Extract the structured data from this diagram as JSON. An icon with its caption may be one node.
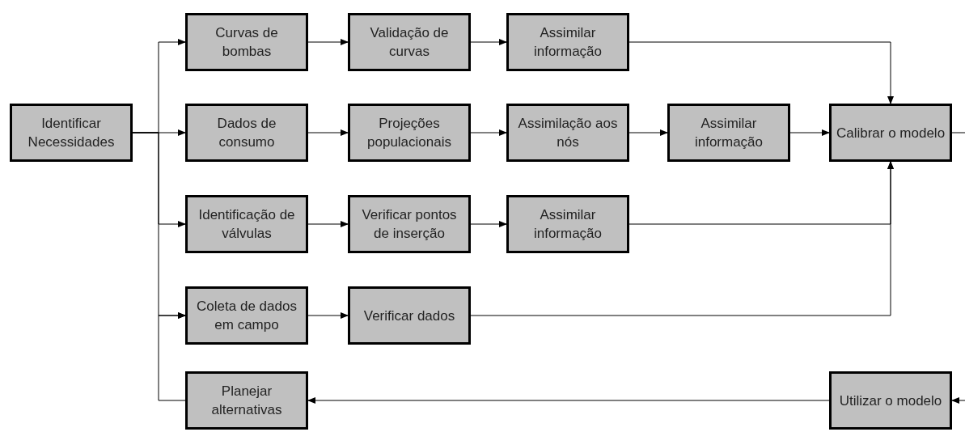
{
  "diagram": {
    "nodes": [
      {
        "text": [
          "Identificar Necessidades"
        ]
      },
      {
        "text": [
          "Curvas de bombas"
        ]
      },
      {
        "text": [
          "Validação de curvas"
        ]
      },
      {
        "text": [
          "Assimilar informação"
        ]
      },
      {
        "text": [
          "Dados de consumo"
        ]
      },
      {
        "text": [
          "Projeções populacionais"
        ]
      },
      {
        "text": [
          "Assimilação aos nós"
        ]
      },
      {
        "text": [
          "Assimilar informação"
        ]
      },
      {
        "text": [
          "Calibrar o modelo"
        ]
      },
      {
        "text": [
          "Identificação de válvulas"
        ]
      },
      {
        "text": [
          "Verificar pontos de inserção"
        ]
      },
      {
        "text": [
          "Assimilar informação"
        ]
      },
      {
        "text": [
          "Coleta de dados em campo"
        ]
      },
      {
        "text": [
          "Verificar dados"
        ]
      },
      {
        "text": [
          "Planejar alternativas"
        ]
      },
      {
        "text": [
          "Utilizar o modelo"
        ]
      }
    ],
    "edges": [
      {
        "from": 0,
        "to": 1,
        "arrow": "to"
      },
      {
        "from": 0,
        "to": 4,
        "arrow": "to"
      },
      {
        "from": 0,
        "to": 9,
        "arrow": "to"
      },
      {
        "from": 0,
        "to": 12,
        "arrow": "to"
      },
      {
        "from": 1,
        "to": 2,
        "arrow": "to"
      },
      {
        "from": 2,
        "to": 3,
        "arrow": "to"
      },
      {
        "from": 3,
        "to": 8,
        "arrow": "to"
      },
      {
        "from": 4,
        "to": 5,
        "arrow": "to"
      },
      {
        "from": 5,
        "to": 6,
        "arrow": "to"
      },
      {
        "from": 6,
        "to": 7,
        "arrow": "to"
      },
      {
        "from": 7,
        "to": 8,
        "arrow": "to"
      },
      {
        "from": 9,
        "to": 10,
        "arrow": "to"
      },
      {
        "from": 10,
        "to": 11,
        "arrow": "to"
      },
      {
        "from": 11,
        "to": 8,
        "arrow": "to"
      },
      {
        "from": 12,
        "to": 13,
        "arrow": "to"
      },
      {
        "from": 13,
        "to": 8,
        "arrow": "to"
      },
      {
        "from": 8,
        "to": null,
        "arrow": "none"
      },
      {
        "from": null,
        "to": 15,
        "arrow": "to"
      },
      {
        "from": 15,
        "to": 14,
        "arrow": "to"
      },
      {
        "from": 14,
        "to": 12,
        "arrow": "to"
      }
    ]
  }
}
